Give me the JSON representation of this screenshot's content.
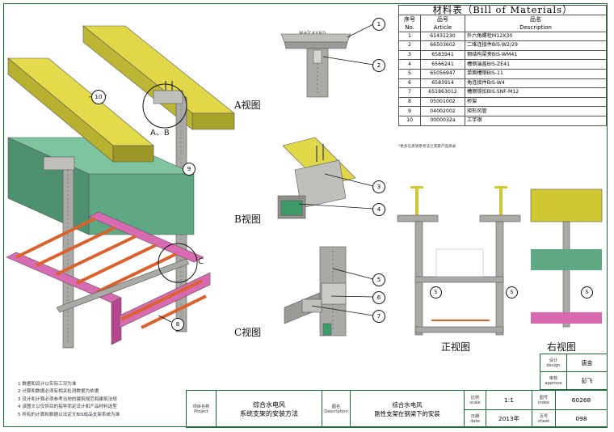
{
  "bom": {
    "title": "材料表（Bill of Materials）",
    "headers": {
      "no_cn": "序号",
      "no_en": "No.",
      "article_cn": "品号",
      "article_en": "Article",
      "desc_cn": "品名",
      "desc_en": "Description"
    },
    "rows": [
      {
        "no": "1",
        "article": "61431230",
        "desc": "外六角螺栓M12X30"
      },
      {
        "no": "2",
        "article": "66503602",
        "desc": "二维连接件BIS-W2/29"
      },
      {
        "no": "3",
        "article": "6583941",
        "desc": "钢结构梁夹BIS-WM41"
      },
      {
        "no": "4",
        "article": "6566241",
        "desc": "槽钢端盖BIS-ZE41"
      },
      {
        "no": "5",
        "article": "65056947",
        "desc": "单面槽钢BIS-11"
      },
      {
        "no": "6",
        "article": "6583914",
        "desc": "角连接件BIS-W4"
      },
      {
        "no": "7",
        "article": "651863012",
        "desc": "槽钢锁扣BIS.SNF-M12"
      },
      {
        "no": "8",
        "article": "05001002",
        "desc": "桥架"
      },
      {
        "no": "9",
        "article": "04002002",
        "desc": "矩形风管"
      },
      {
        "no": "10",
        "article": "0000032a",
        "desc": "工字钢"
      }
    ],
    "note": "*更多信息请参考法兰克斯产品目录"
  },
  "views": {
    "a": "A视图",
    "b": "B视图",
    "c": "C视图",
    "front": "正视图",
    "right": "右视图",
    "detail_ab": "A、B",
    "detail_c": "C"
  },
  "callouts": {
    "n1": "1",
    "n2": "2",
    "n3": "3",
    "n4": "4",
    "n5": "5",
    "n6": "6",
    "n7": "7",
    "n8": "8",
    "n9": "9",
    "n10": "10"
  },
  "notes": [
    "1  数据和设计以实际工况为准",
    "2  计算和数据必须有相关检测数据为依据",
    "3  设计和计算必须参考当地的建筑规范和建筑法规",
    "4  该图文以仅供目的指导而定设计和产品材料选型",
    "5  所有的计算和数据以法定文BIS成品支架系统为准"
  ],
  "title_block": {
    "project_cn": "项目名称",
    "project_en": "Project",
    "project_line1": "综合水电风",
    "project_line2": "系统支架的安装方法",
    "drawing_cn": "图名",
    "drawing_en": "Description",
    "drawing_line1": "综合水电风",
    "drawing_line2": "刚性支架在钢梁下的安装",
    "scale_cn": "比例",
    "scale_en": "scale",
    "scale": "1:1",
    "date_cn": "日期",
    "date_en": "date",
    "date": "2013年",
    "design_cn": "设计",
    "design_en": "design",
    "designer": "唐金",
    "approve_cn": "审核",
    "approve_en": "approve",
    "approver": "彭飞",
    "index_cn": "图号",
    "index_en": "index",
    "index": "60268",
    "sheet_cn": "页号",
    "sheet_en": "sheet",
    "sheet": "098"
  },
  "clamp_brand": "walraven",
  "colors": {
    "beam": "#cfc833",
    "duct": "#5fa884",
    "tray_rail": "#d86ab2",
    "tray_rung": "#d9622e",
    "steel": "#a9aaa6",
    "frame": "#1f6b3a"
  }
}
